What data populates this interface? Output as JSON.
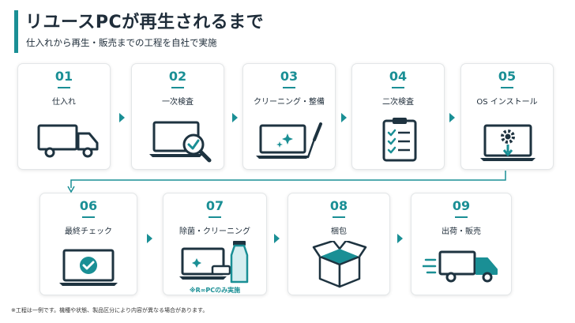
{
  "header": {
    "title": "リユースPCが再生されるまで",
    "subtitle": "仕入れから再生・販売までの工程を自社で実施"
  },
  "steps": [
    {
      "number": "01",
      "label": "仕入れ",
      "icon": "truck-icon"
    },
    {
      "number": "02",
      "label": "一次検査",
      "icon": "laptop-magnifier-icon"
    },
    {
      "number": "03",
      "label": "クリーニング・整備",
      "icon": "laptop-screwdriver-icon"
    },
    {
      "number": "04",
      "label": "二次検査",
      "icon": "clipboard-checklist-icon"
    },
    {
      "number": "05",
      "label": "OS インストール",
      "icon": "laptop-gear-icon"
    },
    {
      "number": "06",
      "label": "最終チェック",
      "icon": "laptop-check-icon"
    },
    {
      "number": "07",
      "label": "除菌・クリーニング",
      "icon": "laptop-spray-icon",
      "note": "※R∞PCのみ実施"
    },
    {
      "number": "08",
      "label": "梱包",
      "icon": "box-icon"
    },
    {
      "number": "09",
      "label": "出荷・販売",
      "icon": "delivery-truck-icon"
    }
  ],
  "footnote": "※工程は一例です。機種や状態、製品区分により内容が異なる場合があります。",
  "colors": {
    "accent": "#1a8f95",
    "text": "#1f2d3a",
    "icon_dark": "#1e3340"
  }
}
